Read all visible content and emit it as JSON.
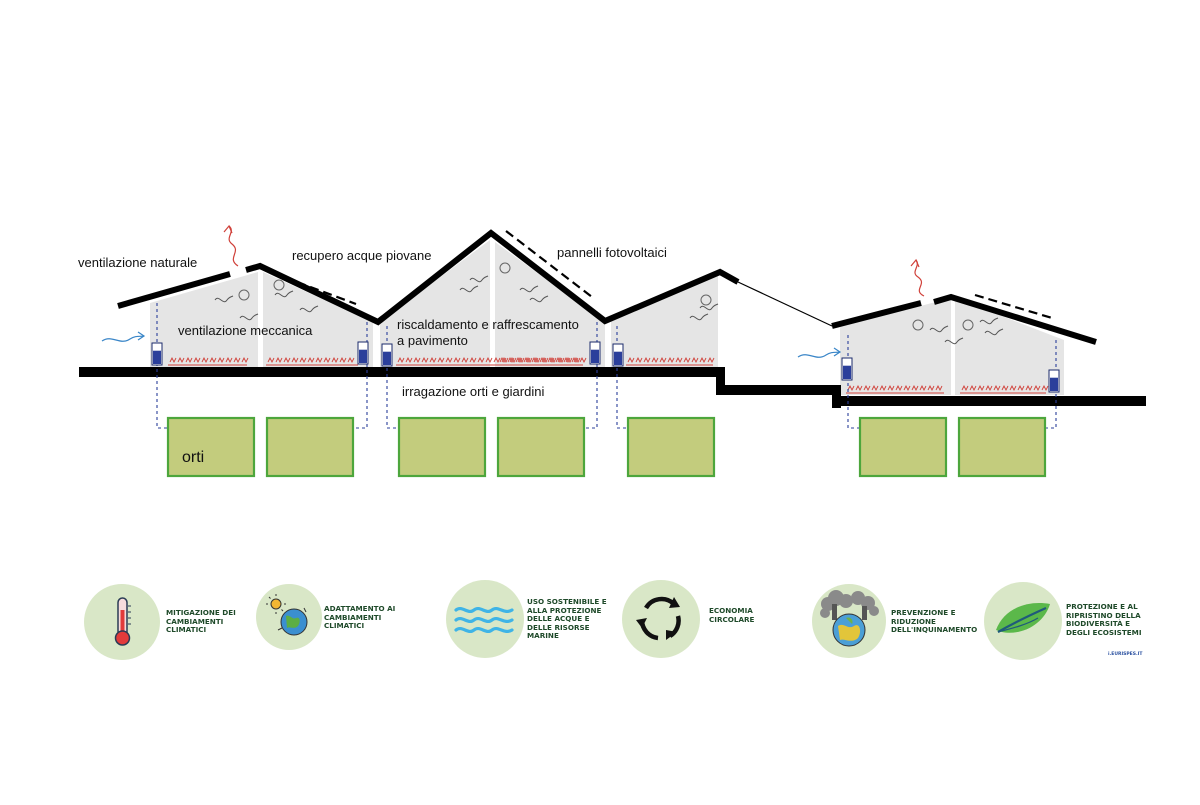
{
  "labels": {
    "natural_ventilation": "ventilazione naturale",
    "rainwater": "recupero acque piovane",
    "solar_panels": "pannelli fotovoltaici",
    "mechanical_ventilation": "ventilazione meccanica",
    "floor_heating_line1": "riscaldamento e raffrescamento",
    "floor_heating_line2": "a pavimento",
    "irrigation": "irragazione orti e giardini",
    "gardens": "orti"
  },
  "goals": [
    {
      "name": "mitigation",
      "icon": "thermometer-icon",
      "text": [
        "MITIGAZIONE DEI",
        "CAMBIAMENTI",
        "CLIMATICI"
      ]
    },
    {
      "name": "adaptation",
      "icon": "earth-sun-icon",
      "text": [
        "ADATTAMENTO AI",
        "CAMBIAMENTI",
        "CLIMATICI"
      ]
    },
    {
      "name": "water",
      "icon": "waves-icon",
      "text": [
        "USO SOSTENIBILE E",
        "ALLA PROTEZIONE",
        "DELLE ACQUE E",
        "DELLE RISORSE",
        "MARINE"
      ]
    },
    {
      "name": "circular",
      "icon": "circular-arrows-icon",
      "text": [
        "ECONOMIA",
        "CIRCOLARE"
      ]
    },
    {
      "name": "pollution",
      "icon": "polluted-earth-icon",
      "text": [
        "PREVENZIONE E",
        "RIDUZIONE",
        "DELL'INQUINAMENTO"
      ]
    },
    {
      "name": "biodiversity",
      "icon": "leaf-icon",
      "text": [
        "PROTEZIONE E AL",
        "RIPRISTINO DELLA",
        "BIODIVERSITÀ E",
        "DEGLI ECOSISTEMI"
      ]
    }
  ],
  "credit": "i.EURISPES.IT",
  "colors": {
    "structure": "#000000",
    "room_fill": "#e5e5e5",
    "garden_fill": "#c3cc7d",
    "garden_border": "#4da63c",
    "pipe": "#2b3f9b",
    "heating": "#d0413a",
    "air": "#3a86c8",
    "goal_circle": "#d9e7c7",
    "goal_text": "#1f4a2a"
  }
}
